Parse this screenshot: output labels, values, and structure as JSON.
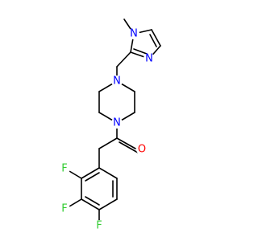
{
  "colors": {
    "background": "#ffffff",
    "bond": "#000000",
    "nitrogen": "#0000ff",
    "oxygen": "#ff0000",
    "fluorine": "#33cc33"
  },
  "atoms": {
    "n_methyl": {
      "text": "N",
      "element": "nitrogen"
    },
    "n_imidazole": {
      "text": "N",
      "element": "nitrogen"
    },
    "n_piperazine_top": {
      "text": "N",
      "element": "nitrogen"
    },
    "n_piperazine_bottom": {
      "text": "N",
      "element": "nitrogen"
    },
    "o_carbonyl": {
      "text": "O",
      "element": "oxygen"
    },
    "f_1": {
      "text": "F",
      "element": "fluorine"
    },
    "f_2": {
      "text": "F",
      "element": "fluorine"
    },
    "f_3": {
      "text": "F",
      "element": "fluorine"
    }
  }
}
